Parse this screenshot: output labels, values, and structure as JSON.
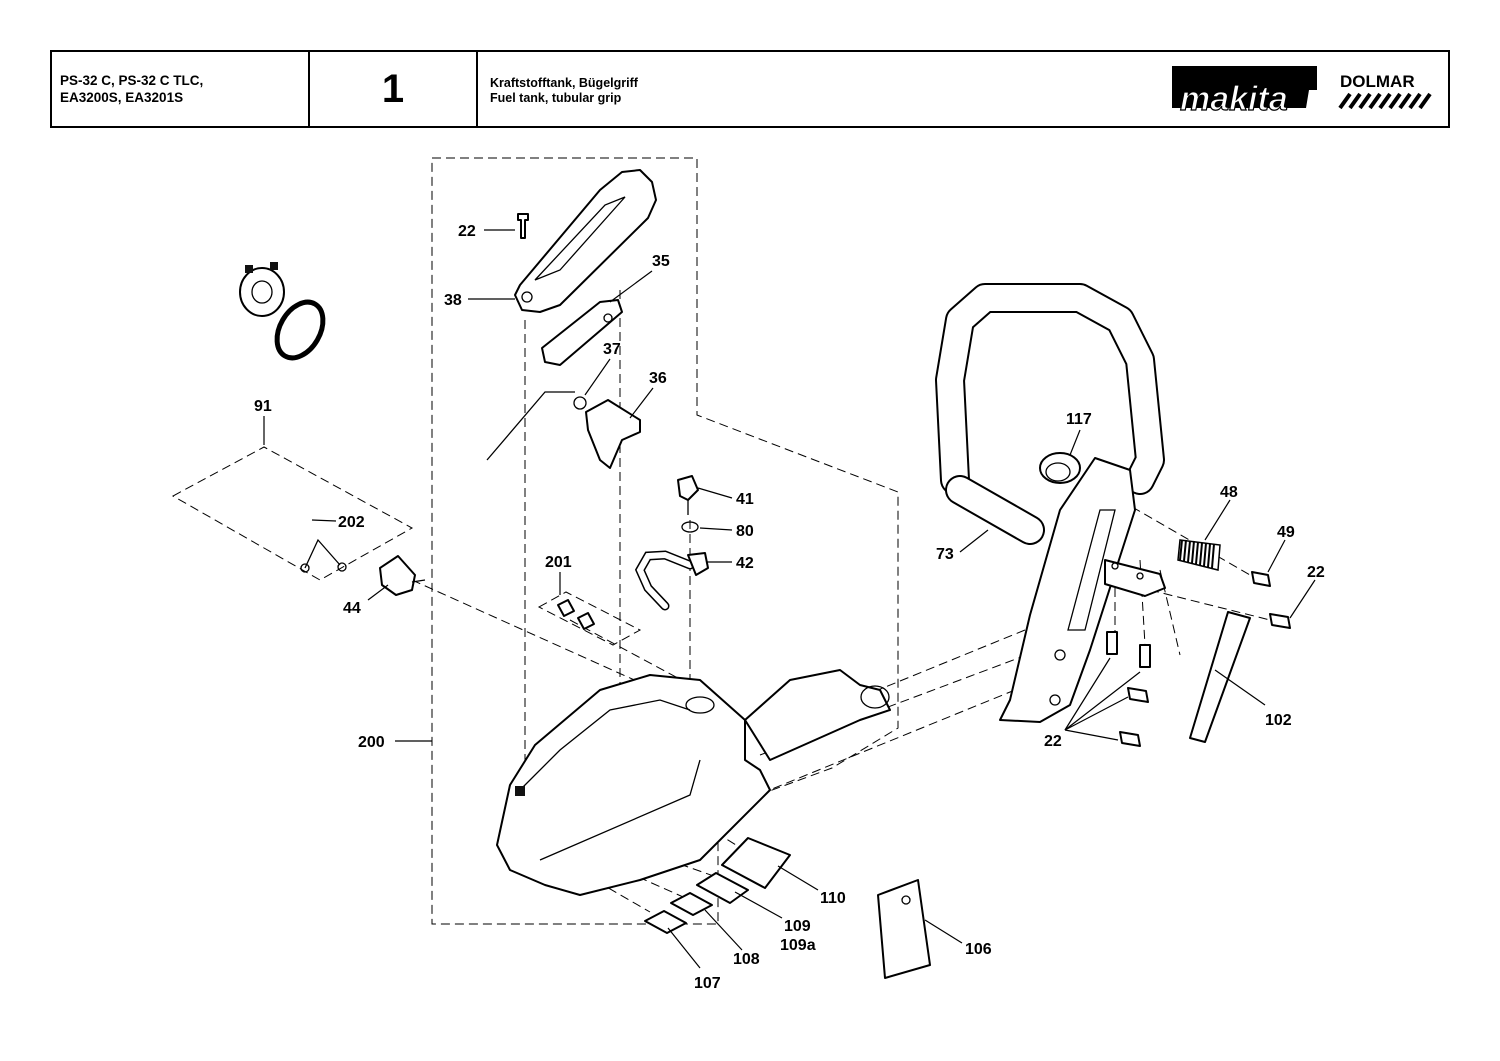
{
  "header": {
    "models": [
      "PS-32 C, PS-32 C TLC,",
      "EA3200S, EA3201S"
    ],
    "page_number": "1",
    "title_de": "Kraftstofftank, Bügelgriff",
    "title_en": "Fuel tank, tubular grip",
    "brand_primary": "makita",
    "brand_secondary": "DOLMAR"
  },
  "callouts": [
    {
      "id": "lbl-22-top",
      "text": "22"
    },
    {
      "id": "lbl-38",
      "text": "38"
    },
    {
      "id": "lbl-35",
      "text": "35"
    },
    {
      "id": "lbl-37",
      "text": "37"
    },
    {
      "id": "lbl-36",
      "text": "36"
    },
    {
      "id": "lbl-91",
      "text": "91"
    },
    {
      "id": "lbl-202",
      "text": "202"
    },
    {
      "id": "lbl-44",
      "text": "44"
    },
    {
      "id": "lbl-41",
      "text": "41"
    },
    {
      "id": "lbl-80",
      "text": "80"
    },
    {
      "id": "lbl-42",
      "text": "42"
    },
    {
      "id": "lbl-201",
      "text": "201"
    },
    {
      "id": "lbl-200",
      "text": "200"
    },
    {
      "id": "lbl-117",
      "text": "117"
    },
    {
      "id": "lbl-73",
      "text": "73"
    },
    {
      "id": "lbl-48",
      "text": "48"
    },
    {
      "id": "lbl-49",
      "text": "49"
    },
    {
      "id": "lbl-22-right",
      "text": "22"
    },
    {
      "id": "lbl-102",
      "text": "102"
    },
    {
      "id": "lbl-22-bottom",
      "text": "22"
    },
    {
      "id": "lbl-110",
      "text": "110"
    },
    {
      "id": "lbl-109",
      "text": "109"
    },
    {
      "id": "lbl-109a",
      "text": "109a"
    },
    {
      "id": "lbl-108",
      "text": "108"
    },
    {
      "id": "lbl-107",
      "text": "107"
    },
    {
      "id": "lbl-106",
      "text": "106"
    }
  ]
}
